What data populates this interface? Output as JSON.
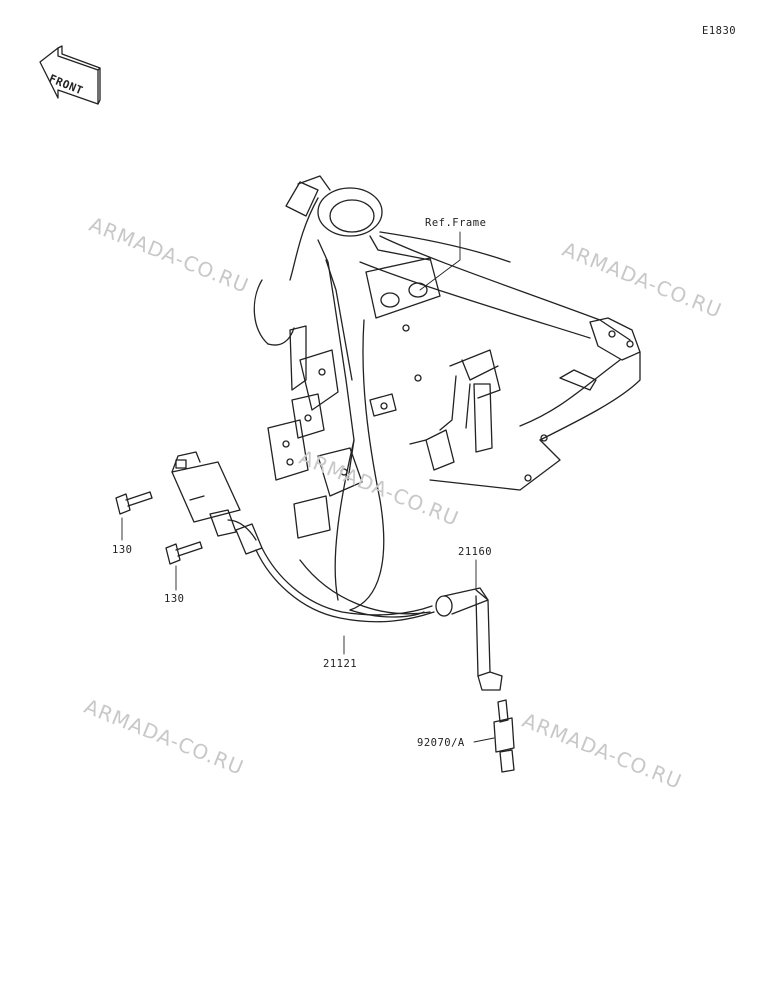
{
  "diagram_code": "E1830",
  "front_label": "FRONT",
  "ref_label": "Ref.Frame",
  "parts": [
    {
      "number": "130"
    },
    {
      "number": "130"
    },
    {
      "number": "21160"
    },
    {
      "number": "21121"
    },
    {
      "number": "92070/A"
    }
  ],
  "watermarks": [
    "ARMADA-CO.RU",
    "ARMADA-CO.RU",
    "ARMADA-CO.RU",
    "ARMADA-CO.RU",
    "ARMADA-CO.RU"
  ]
}
